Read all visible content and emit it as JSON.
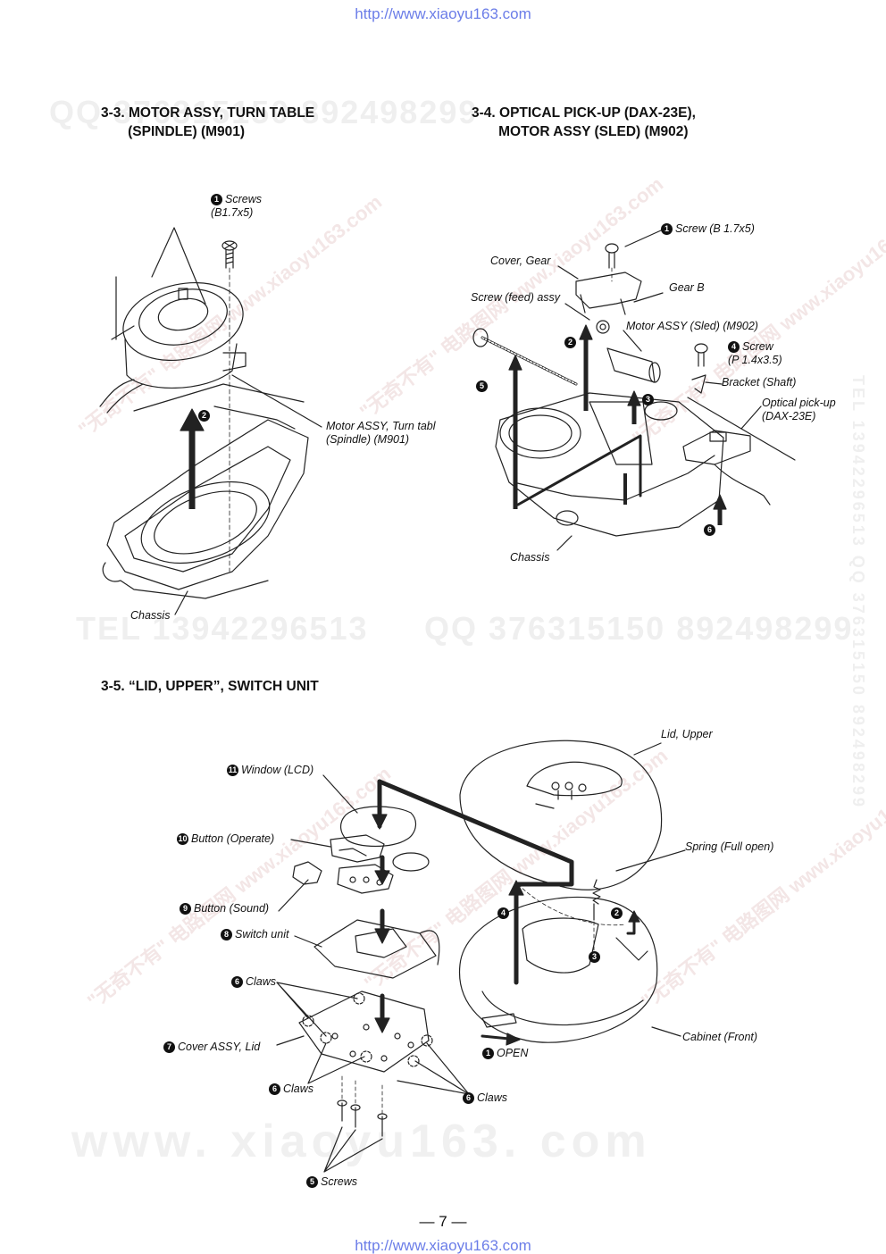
{
  "header": {
    "url_top": "http://www.xiaoyu163.com",
    "url_bottom": "http://www.xiaoyu163.com"
  },
  "sections": {
    "s33": {
      "title": "3-3. MOTOR ASSY, TURN TABLE\n       (SPINDLE) (M901)"
    },
    "s34": {
      "title": "3-4. OPTICAL PICK-UP (DAX-23E),\n       MOTOR ASSY (SLED) (M902)"
    },
    "s35": {
      "title": "3-5. “LID, UPPER”, SWITCH UNIT"
    }
  },
  "labels33": {
    "screws_num": "1",
    "screws": "Screws\n(B1.7x5)",
    "step2": "2",
    "motor": "Motor ASSY, Turn tabl\n(Spindle) (M901)",
    "chassis": "Chassis"
  },
  "labels34": {
    "screw_num": "1",
    "screw": "Screw (B 1.7x5)",
    "cover_gear": "Cover, Gear",
    "gear_b": "Gear B",
    "screw_feed": "Screw (feed) assy",
    "step2": "2",
    "motor_sled": "Motor ASSY (Sled) (M902)",
    "screw4_num": "4",
    "screw4": "Screw\n(P 1.4x3.5)",
    "step5": "5",
    "bracket": "Bracket (Shaft)",
    "step3": "3",
    "pickup": "Optical pick-up\n(DAX-23E)",
    "step6": "6",
    "chassis": "Chassis"
  },
  "labels35": {
    "lid_upper": "Lid, Upper",
    "window_num": "11",
    "window": "Window (LCD)",
    "button_op_num": "10",
    "button_op": "Button (Operate)",
    "spring": "Spring (Full open)",
    "step4": "4",
    "step2": "2",
    "button_sound_num": "9",
    "button_sound": "Button (Sound)",
    "switch_num": "8",
    "switch_unit": "Switch unit",
    "step3": "3",
    "claws_num": "6",
    "claws": "Claws",
    "cover_num": "7",
    "cover_lid": "Cover ASSY, Lid",
    "cabinet": "Cabinet (Front)",
    "open_num": "1",
    "open": "OPEN",
    "claws2_num": "6",
    "claws2": "Claws",
    "claws3_num": "6",
    "claws3": "Claws",
    "screws_num": "5",
    "screws": "Screws"
  },
  "watermarks": {
    "w1": "QQ 376315150  892498299",
    "w2": "TEL 13942296513",
    "w3": "QQ 376315150  892498299",
    "side": "TEL 13942296513  QQ 376315150  892498299",
    "diag": "\"无奇不有\" 电路图网  www.xiaoyu163.com",
    "www": "www. xiaoyu163. com"
  },
  "footer": {
    "page": "— 7 —"
  }
}
